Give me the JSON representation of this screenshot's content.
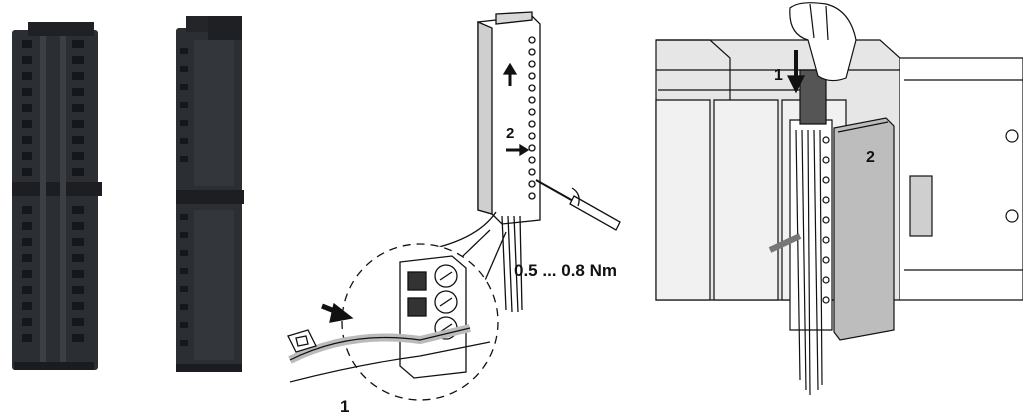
{
  "figures": {
    "connector_photo": {},
    "wiring_drawing": {
      "step_wire_insert": "1",
      "step_screw_tighten": "2",
      "torque_spec": "0.5 ... 0.8 Nm"
    },
    "mounting_drawing": {
      "step_press_down": "1",
      "step_close_door": "2"
    }
  },
  "colors": {
    "connector_body": "#2b2e32",
    "connector_edge": "#1a1c1f",
    "line_art": "#111111",
    "panel_gray": "#bdbdbd"
  }
}
